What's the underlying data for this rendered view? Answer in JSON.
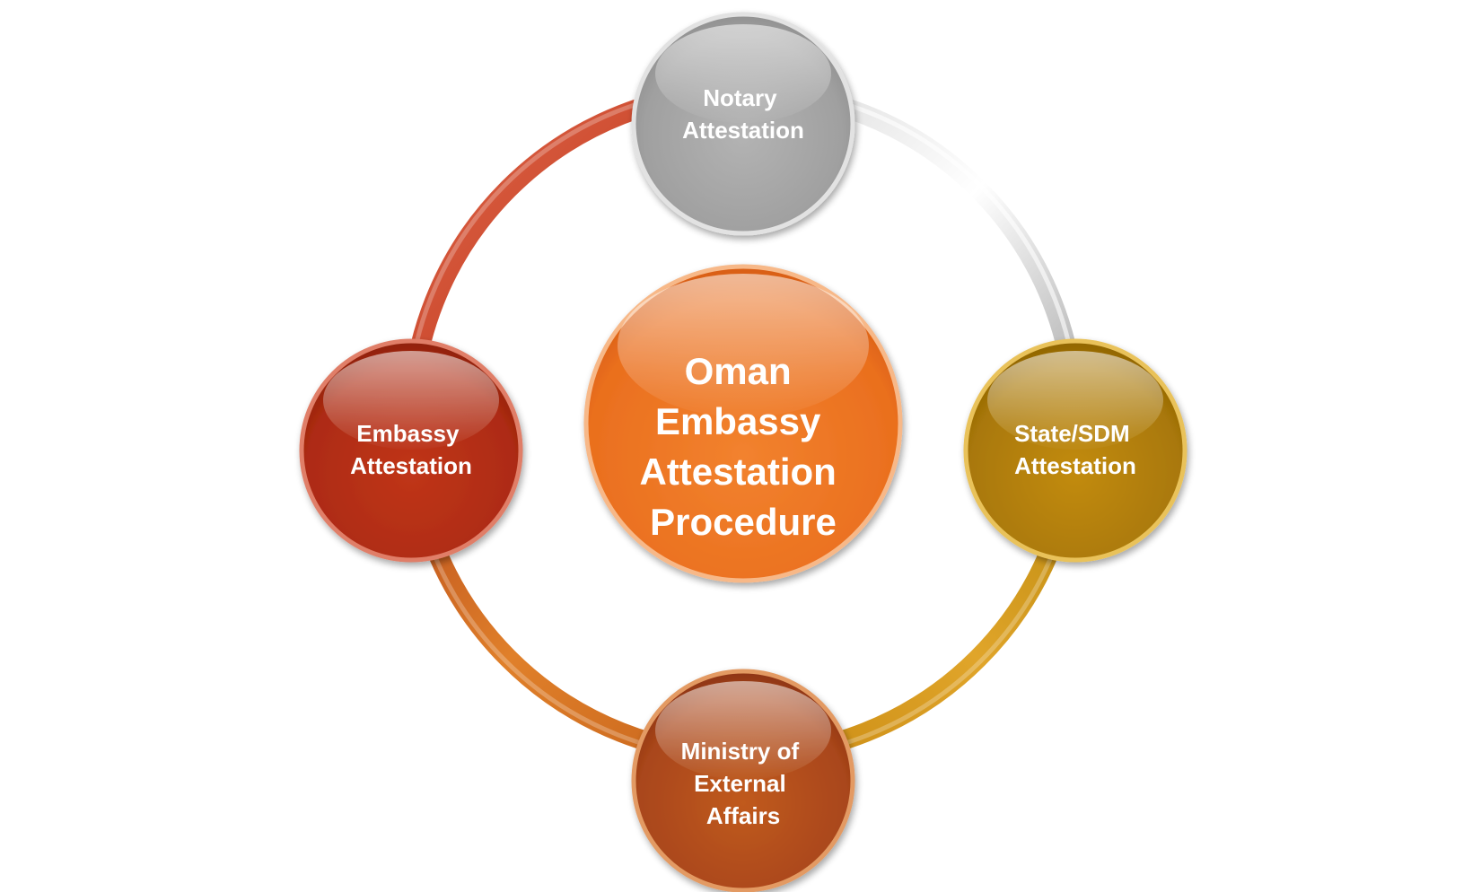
{
  "center": {
    "lines": [
      "Oman",
      "Embassy",
      "Attestation",
      "Procedure"
    ]
  },
  "nodes": {
    "notary": {
      "lines": [
        "Notary",
        "Attestation"
      ],
      "color": "#a6a6a6"
    },
    "state_sdm": {
      "lines": [
        "State/SDM",
        "Attestation"
      ],
      "color": "#b8860b"
    },
    "mea": {
      "lines": [
        "Ministry of",
        "External",
        "Affairs"
      ],
      "color": "#b5531a"
    },
    "embassy": {
      "lines": [
        "Embassy",
        "Attestation"
      ],
      "color": "#b8321a"
    }
  },
  "colors": {
    "center": "#f07a2a",
    "ring_top_left": "#c0391b",
    "ring_top_right": "#b8b8b8",
    "ring_bottom_right": "#c78a16",
    "ring_bottom_left": "#c7641c"
  }
}
